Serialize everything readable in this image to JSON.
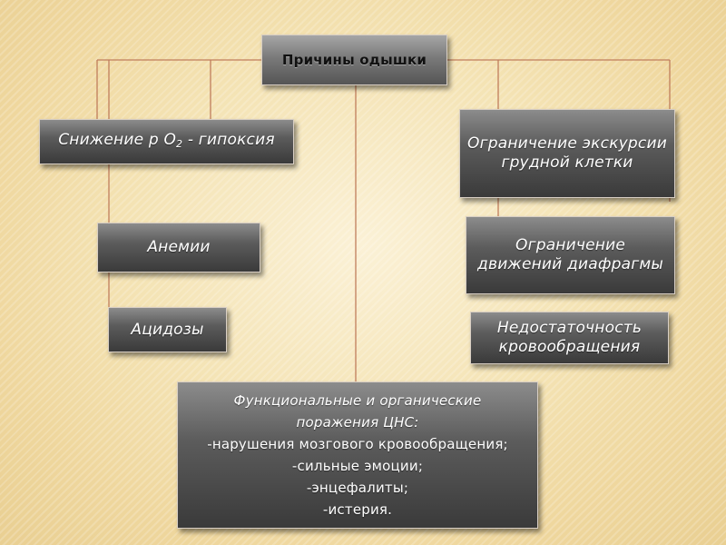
{
  "root": {
    "label": "Причины одышки"
  },
  "left": {
    "hypoxia": {
      "label_main": "Снижение р О",
      "label_sub": "2",
      "label_rest": " - гипоксия"
    },
    "anemia": {
      "label": "Анемии"
    },
    "acidosis": {
      "label": "Ацидозы"
    }
  },
  "right": {
    "chest": {
      "line1": "Ограничение экскурсии",
      "line2": "грудной клетки"
    },
    "diaphragm": {
      "line1": "Ограничение",
      "line2": "движений диафрагмы"
    },
    "circulation": {
      "line1": "Недостаточность",
      "line2": "кровообращения"
    }
  },
  "bottom": {
    "cns": {
      "title1": "Функциональные и органические",
      "title2": "поражения ЦНС:",
      "items": [
        "-нарушения мозгового кровообращения;",
        "-сильные эмоции;",
        "-энцефалиты;",
        "-истерия."
      ]
    }
  },
  "colors": {
    "connector": "#c07d5c",
    "box_dark": "#3a3a3a",
    "box_light": "#8c8c8c"
  }
}
